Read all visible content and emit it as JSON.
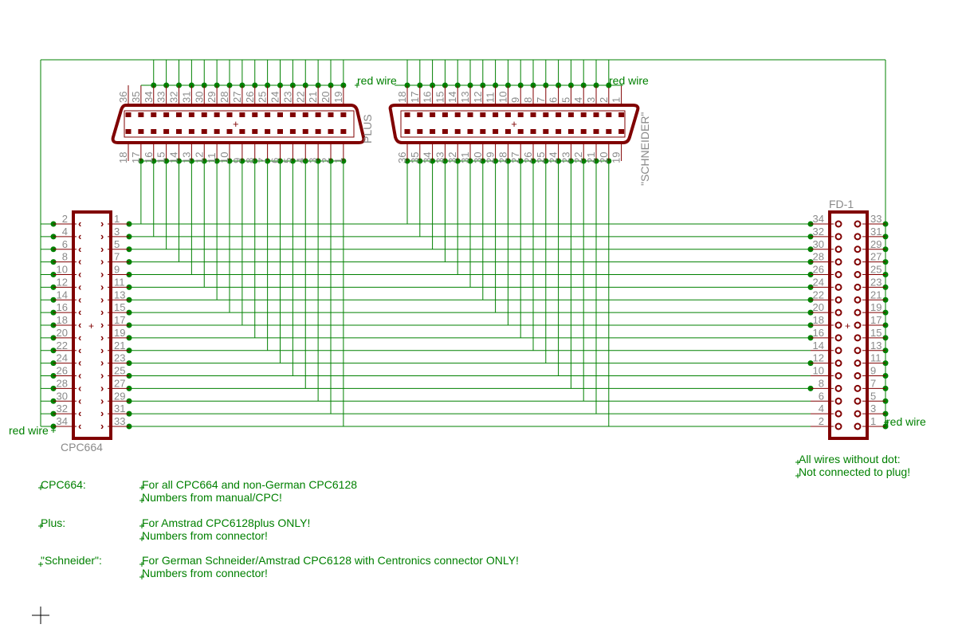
{
  "parts": {
    "plus": {
      "name": "PLUS",
      "top_pins": [
        "36",
        "35",
        "34",
        "33",
        "32",
        "31",
        "30",
        "29",
        "28",
        "27",
        "26",
        "25",
        "24",
        "23",
        "22",
        "21",
        "20",
        "19"
      ],
      "bottom_pins": [
        "18",
        "17",
        "16",
        "15",
        "14",
        "13",
        "12",
        "11",
        "10",
        "9",
        "8",
        "7",
        "6",
        "5",
        "4",
        "3",
        "2",
        "1"
      ],
      "red_wire": "red wire"
    },
    "schneider": {
      "name": "\"SCHNEIDER\"",
      "top_pins": [
        "18",
        "17",
        "16",
        "15",
        "14",
        "13",
        "12",
        "11",
        "10",
        "9",
        "8",
        "7",
        "6",
        "5",
        "4",
        "3",
        "2",
        "1"
      ],
      "bottom_pins": [
        "36",
        "35",
        "34",
        "33",
        "32",
        "31",
        "30",
        "29",
        "28",
        "27",
        "26",
        "25",
        "24",
        "23",
        "22",
        "21",
        "20",
        "19"
      ],
      "red_wire": "red wire"
    },
    "cpc664": {
      "name": "CPC664",
      "left_pins": [
        "2",
        "4",
        "6",
        "8",
        "10",
        "12",
        "14",
        "16",
        "18",
        "20",
        "22",
        "24",
        "26",
        "28",
        "30",
        "32",
        "34"
      ],
      "right_pins": [
        "1",
        "3",
        "5",
        "7",
        "9",
        "11",
        "13",
        "15",
        "17",
        "19",
        "21",
        "23",
        "25",
        "27",
        "29",
        "31",
        "33"
      ],
      "red_wire": "red wire"
    },
    "fd1": {
      "name": "FD-1",
      "left_pins": [
        "34",
        "32",
        "30",
        "28",
        "26",
        "24",
        "22",
        "20",
        "18",
        "16",
        "14",
        "12",
        "10",
        "8",
        "6",
        "4",
        "2"
      ],
      "right_pins": [
        "33",
        "31",
        "29",
        "27",
        "25",
        "23",
        "21",
        "19",
        "17",
        "15",
        "13",
        "11",
        "9",
        "7",
        "5",
        "3",
        "1"
      ],
      "red_wire": "red wire"
    }
  },
  "notes": {
    "fd_note": [
      "All wires without dot:",
      "Not connected to plug!"
    ],
    "legend": [
      {
        "key": "CPC664:",
        "lines": [
          "For all CPC664 and non-German CPC6128",
          "Numbers from manual/CPC!"
        ]
      },
      {
        "key": "Plus:",
        "lines": [
          "For Amstrad CPC6128plus ONLY!",
          "Numbers from connector!"
        ]
      },
      {
        "key": "\"Schneider\":",
        "lines": [
          "For German Schneider/Amstrad CPC6128 with Centronics connector ONLY!",
          "Numbers from connector!"
        ]
      }
    ]
  },
  "colors": {
    "wire": "#008000",
    "part": "#800000",
    "pin_text": "#8a8a8a"
  }
}
